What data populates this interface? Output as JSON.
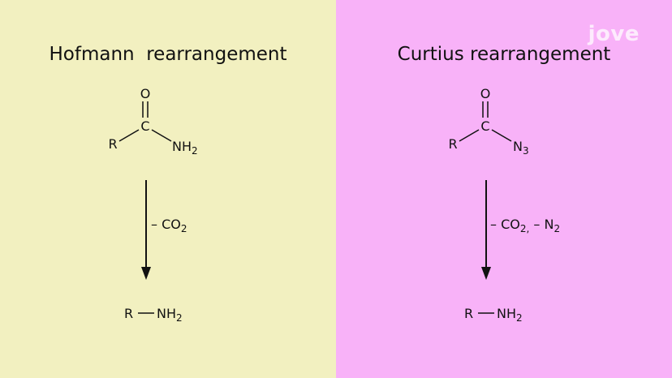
{
  "colors": {
    "left_bg": "#f2f0c0",
    "right_bg": "#f8b2f8",
    "logo": "#ffffff"
  },
  "logo": {
    "text": "jove"
  },
  "hofmann": {
    "title": "Hofmann  rearrangement",
    "start": {
      "oxygen": "O",
      "carbon": "C",
      "r_group": "R",
      "substituent_main": "NH",
      "substituent_sub": "2"
    },
    "arrow": {
      "label_main": "– CO",
      "label_sub": "2",
      "label_tail": ""
    },
    "product": {
      "r_group": "R",
      "group_main": "NH",
      "group_sub": "2"
    }
  },
  "curtius": {
    "title": "Curtius rearrangement",
    "start": {
      "oxygen": "O",
      "carbon": "C",
      "r_group": "R",
      "substituent_main": "N",
      "substituent_sub": "3"
    },
    "arrow": {
      "label_main": "– CO",
      "label_sub": "2,",
      "label_tail": " – N",
      "label_tail_sub": "2"
    },
    "product": {
      "r_group": "R",
      "group_main": "NH",
      "group_sub": "2"
    }
  }
}
